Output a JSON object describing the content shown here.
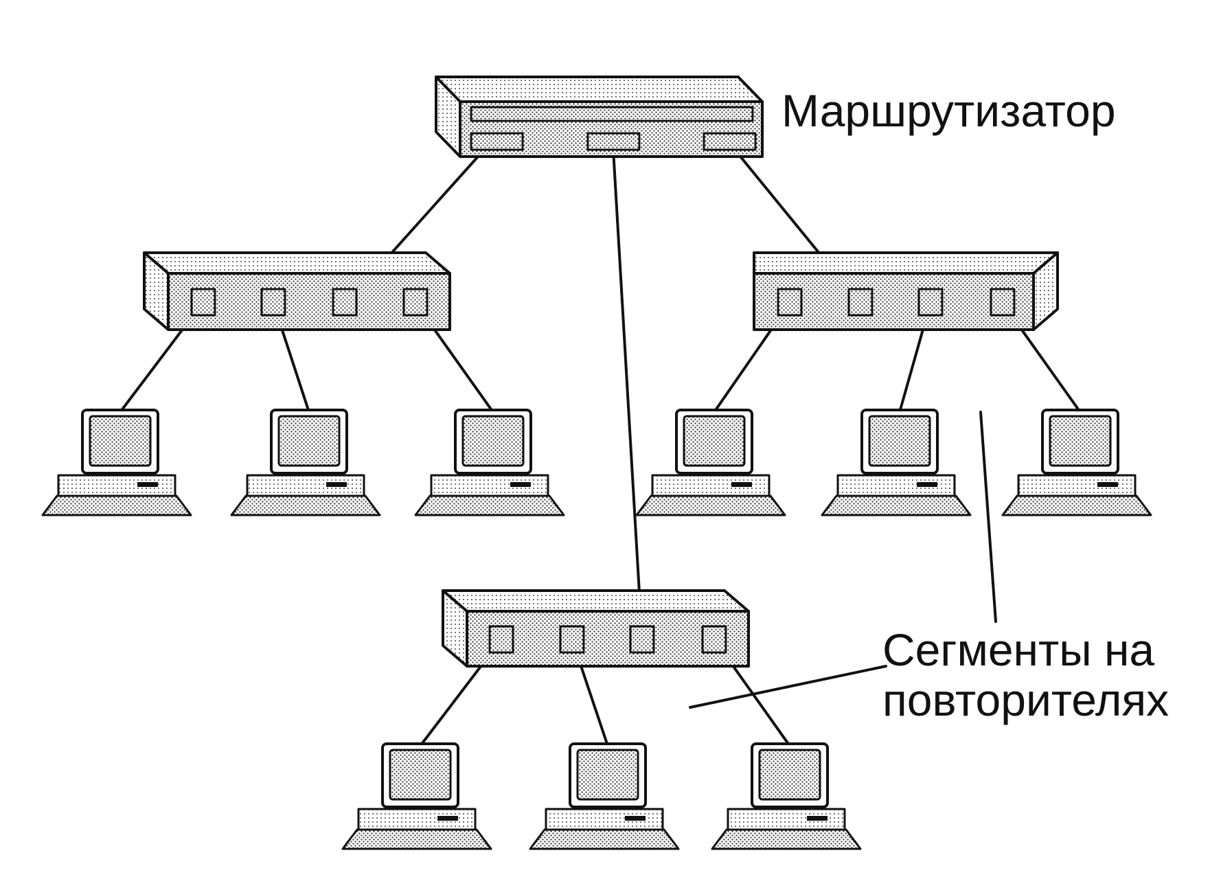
{
  "labels": {
    "router": "Маршрутизатор",
    "segments_line1": "Сегменты на",
    "segments_line2": "повторителях"
  },
  "colors": {
    "ink": "#111111",
    "dot": "#333333",
    "background": "#ffffff",
    "box_fill": "#d9d9d9"
  },
  "structure": {
    "router_ports": 3,
    "repeaters": 3,
    "repeater_ports": 4,
    "computers_per_repeater": 3
  }
}
